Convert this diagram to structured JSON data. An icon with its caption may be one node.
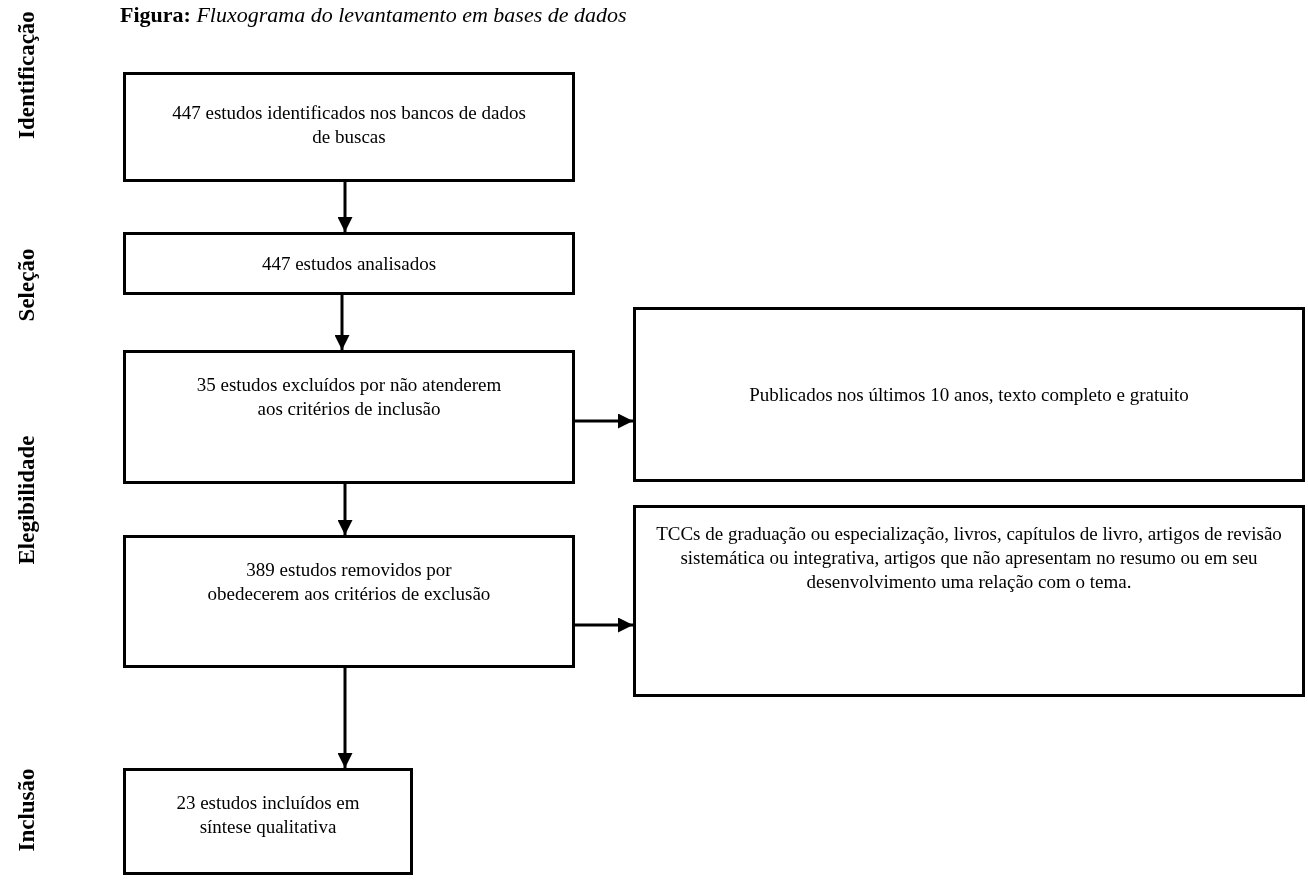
{
  "diagram": {
    "title": "**Figura:** *Fluxograma do levantamento em bases de dados*",
    "nodes": [
      {
        "text": [
          "447 estudos identificados nos bancos de dados de buscas"
        ]
      },
      {
        "text": [
          "447 estudos analisados"
        ]
      },
      {
        "text": [
          "35 estudos excluídos por não atenderem aos critérios de inclusão"
        ]
      },
      {
        "text": [
          "389 estudos removidos por obedecerem aos critérios de exclusão"
        ]
      },
      {
        "text": [
          "23 estudos incluídos em síntese qualitativa"
        ]
      },
      {
        "text": [
          "Publicados nos últimos 10 anos, texto completo e gratuito"
        ]
      },
      {
        "text": [
          "TCCs de graduação ou especialização, livros, capítulos de livro, artigos de revisão sistemática ou integrativa, artigos que não apresentam no resumo ou em seu desenvolvimento uma relação com o tema."
        ]
      }
    ],
    "edges": [
      {
        "from": 0,
        "to": 1,
        "arrow": "to"
      },
      {
        "from": 1,
        "to": 2,
        "arrow": "to"
      },
      {
        "from": 2,
        "to": 3,
        "arrow": "to"
      },
      {
        "from": 3,
        "to": 4,
        "arrow": "to"
      },
      {
        "from": 2,
        "to": 5,
        "arrow": "to"
      },
      {
        "from": 3,
        "to": 6,
        "arrow": "to"
      }
    ],
    "labels": [
      "Identificação",
      "Seleção",
      "Elegibilidade",
      "Inclusão"
    ]
  }
}
